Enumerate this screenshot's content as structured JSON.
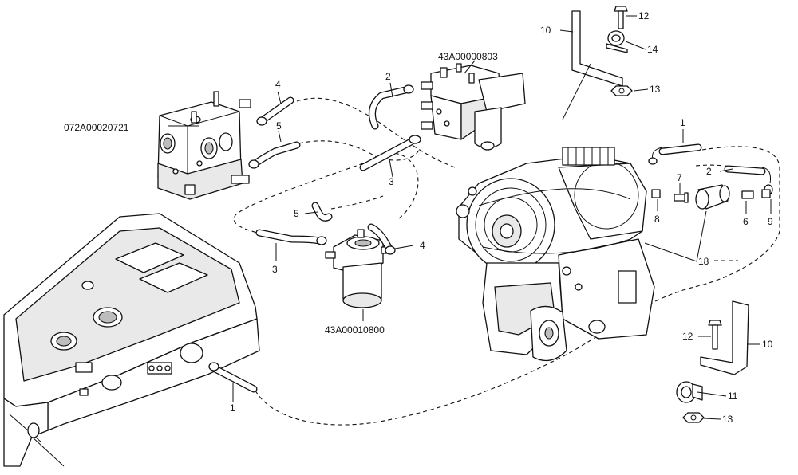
{
  "assemblies": {
    "control_valve": "072A00020721",
    "upper_filter": "43A00000803",
    "lower_filter": "43A00010800"
  },
  "callouts": {
    "c1_hose_top_right": "1",
    "c1_hose_bottom": "1",
    "c2_hose_left": "2",
    "c2_hose_right": "2",
    "c3_hose_center": "3",
    "c3_hose_left": "3",
    "c4_hose_top": "4",
    "c4_hose_center": "4",
    "c5_hose_top": "5",
    "c5_hose_center": "5",
    "c6_fitting": "6",
    "c7_fitting": "7",
    "c8_fitting": "8",
    "c9_fitting": "9",
    "c10_bracket_top": "10",
    "c10_bracket_bottom": "10",
    "c11_clamp": "11",
    "c12_bolt_top": "12",
    "c12_bolt_bottom": "12",
    "c13_nut_top": "13",
    "c13_nut_bottom": "13",
    "c14_clamp": "14",
    "c18_transmission": "18"
  }
}
